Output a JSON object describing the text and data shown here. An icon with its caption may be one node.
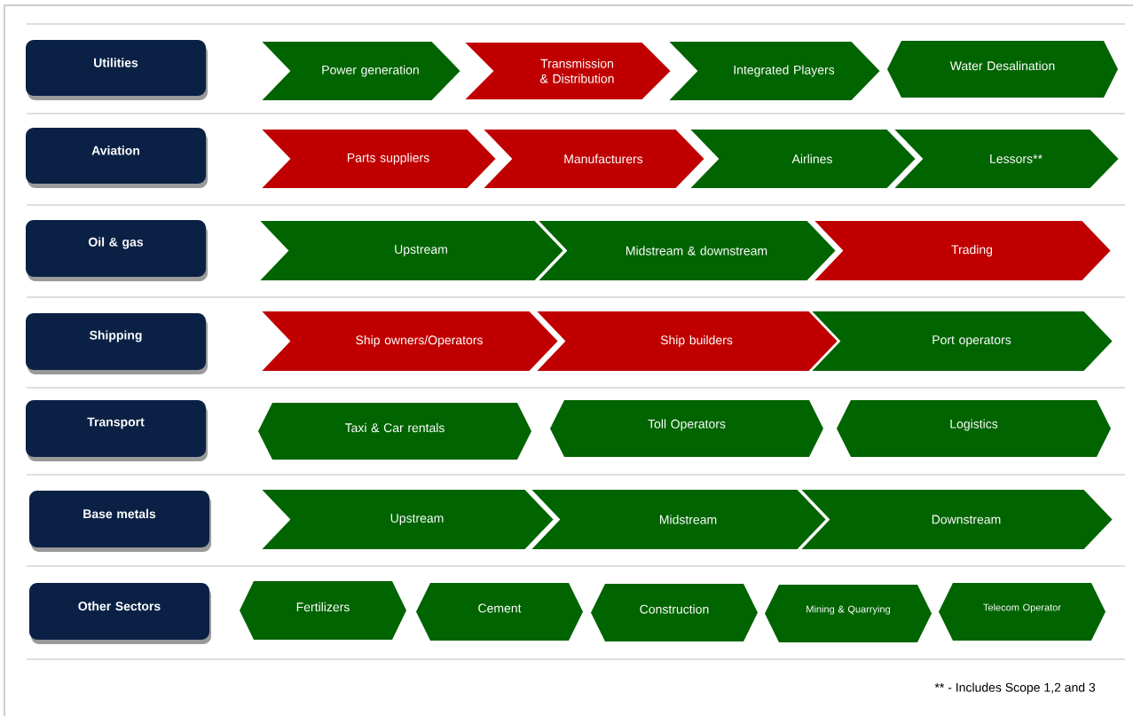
{
  "diagram": {
    "nodes": [
      {
        "text": [
          "Utilities"
        ]
      },
      {
        "text": [
          "Power generation"
        ]
      },
      {
        "text": [
          "Transmission & Distribution"
        ]
      },
      {
        "text": [
          "Integrated Players"
        ]
      },
      {
        "text": [
          "Water Desalination"
        ]
      },
      {
        "text": [
          "Aviation"
        ]
      },
      {
        "text": [
          "Parts suppliers"
        ]
      },
      {
        "text": [
          "Manufacturers"
        ]
      },
      {
        "text": [
          "Airlines"
        ]
      },
      {
        "text": [
          "Lessors**"
        ]
      },
      {
        "text": [
          "Oil & gas"
        ]
      },
      {
        "text": [
          "Upstream"
        ]
      },
      {
        "text": [
          "Midstream & downstream"
        ]
      },
      {
        "text": [
          "Trading"
        ]
      },
      {
        "text": [
          "Shipping"
        ]
      },
      {
        "text": [
          "Ship owners/Operators"
        ]
      },
      {
        "text": [
          "Ship builders"
        ]
      },
      {
        "text": [
          "Port operators"
        ]
      },
      {
        "text": [
          "Transport"
        ]
      },
      {
        "text": [
          "Taxi & Car rentals"
        ]
      },
      {
        "text": [
          "Toll Operators"
        ]
      },
      {
        "text": [
          "Logistics"
        ]
      },
      {
        "text": [
          "Base metals"
        ]
      },
      {
        "text": [
          "Upstream"
        ]
      },
      {
        "text": [
          "Midstream"
        ]
      },
      {
        "text": [
          "Downstream"
        ]
      },
      {
        "text": [
          "Other Sectors"
        ]
      },
      {
        "text": [
          "Fertilizers"
        ]
      },
      {
        "text": [
          "Cement"
        ]
      },
      {
        "text": [
          "Construction"
        ]
      },
      {
        "text": [
          "Mining & Quarrying"
        ]
      },
      {
        "text": [
          "Telecom Operator"
        ]
      }
    ],
    "labels": [
      "** - Includes Scope 1,2 and 3"
    ]
  }
}
